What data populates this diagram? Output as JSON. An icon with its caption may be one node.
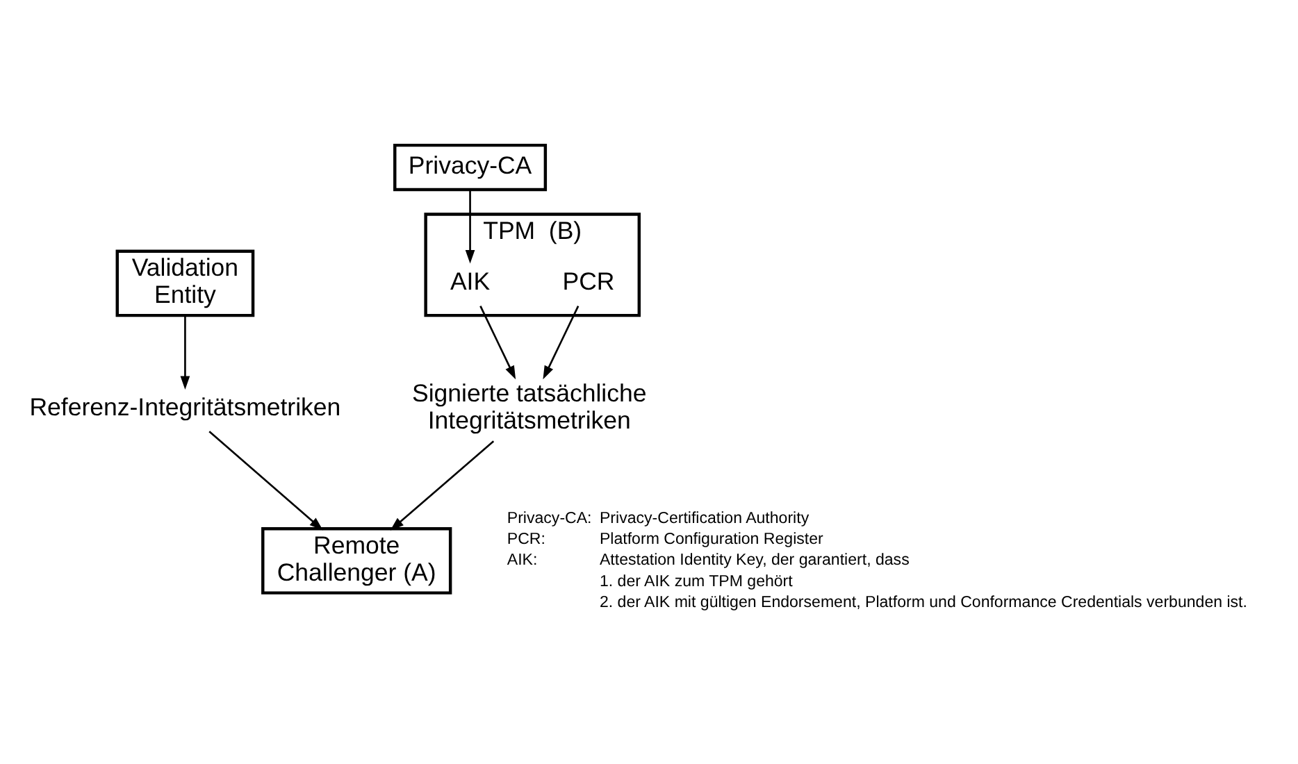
{
  "diagram": {
    "nodes": [
      {
        "text": [
          "Validation Entity"
        ]
      },
      {
        "text": [
          "Privacy-CA"
        ]
      },
      {
        "text": [
          "TPM  (B)"
        ]
      },
      {
        "text": [
          "PCR"
        ],
        "in": 2
      },
      {
        "text": [
          "AIK"
        ],
        "in": 2
      },
      {
        "text": [
          "Referenz-Integritätsmetriken"
        ]
      },
      {
        "text": [
          "Signierte tatsächliche Integritätsmetriken"
        ]
      },
      {
        "text": [
          "Remote Challenger (A)"
        ]
      }
    ],
    "edges": [
      {
        "from": 0,
        "to": 5,
        "arrow": "to"
      },
      {
        "from": 1,
        "to": 4,
        "arrow": "to"
      },
      {
        "from": 3,
        "to": 6,
        "arrow": "to"
      },
      {
        "from": 4,
        "to": 6,
        "arrow": "to"
      },
      {
        "from": 5,
        "to": 7,
        "arrow": "to"
      },
      {
        "from": 6,
        "to": 7,
        "arrow": "to"
      }
    ],
    "labels": [
      "Privacy-CA:",
      "Privacy-Certification Authority",
      "PCR:",
      "Platform Configuration Register",
      "AIK:",
      "Attestation Identity Key, der garantiert, dass",
      "1. der AIK zum TPM gehört",
      "2. der AIK mit gültigen Endorsement, Platform und Conformance Credentials verbunden ist."
    ]
  }
}
